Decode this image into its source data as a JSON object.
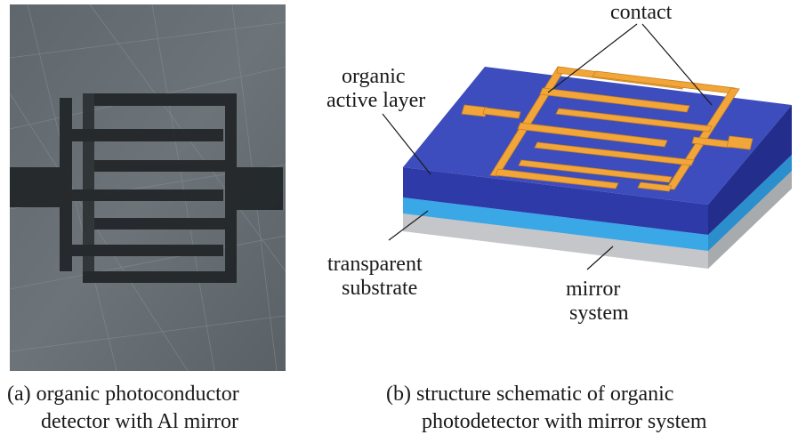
{
  "photo": {
    "caption_line1": "(a) organic photoconductor",
    "caption_line2": "detector with Al mirror"
  },
  "schematic": {
    "caption_line1": "(b) structure schematic of organic",
    "caption_line2": "photodetector with mirror system",
    "labels": {
      "contact": "contact",
      "organic_active_line1": "organic",
      "organic_active_line2": "active layer",
      "transparent_line1": "transparent",
      "transparent_line2": "substrate",
      "mirror_line1": "mirror",
      "mirror_line2": "system"
    },
    "colors": {
      "organic_layer": "#2d3aa8",
      "substrate": "#3aa7e6",
      "mirror": "#c4c6c9",
      "contact": "#f2a63a"
    }
  }
}
